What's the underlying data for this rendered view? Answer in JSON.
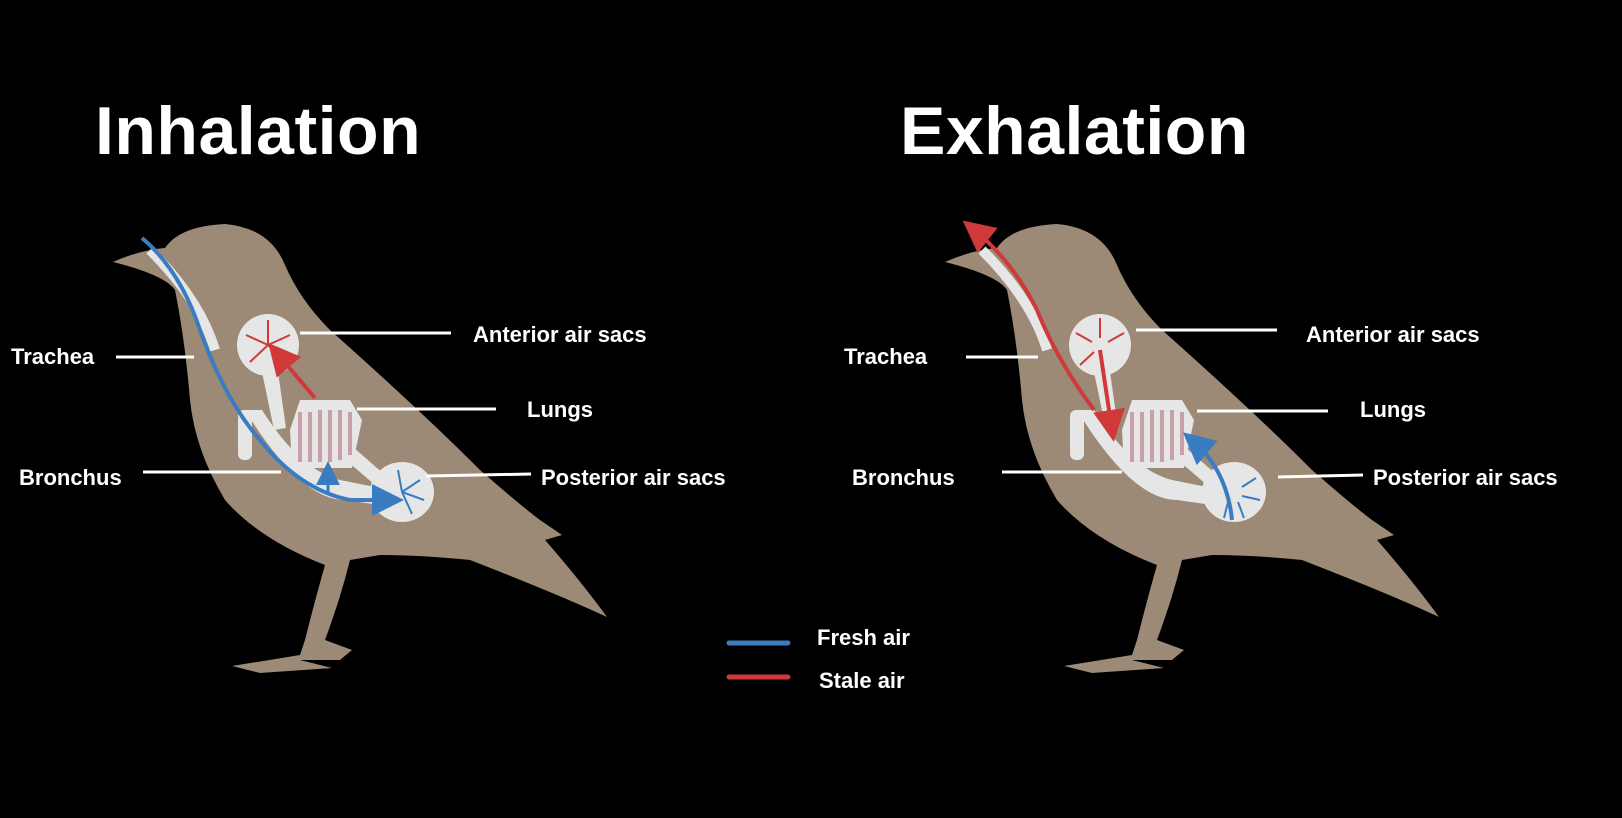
{
  "titles": {
    "left": "Inhalation",
    "right": "Exhalation"
  },
  "labels": {
    "trachea": "Trachea",
    "anterior_air_sacs": "Anterior air sacs",
    "lungs": "Lungs",
    "bronchus": "Bronchus",
    "posterior_air_sacs": "Posterior air sacs"
  },
  "legend": [
    {
      "label": "Fresh air",
      "color": "#3a7cc2"
    },
    {
      "label": "Stale air",
      "color": "#d0393a"
    }
  ],
  "colors": {
    "background": "#000000",
    "bird": "#9c8a76",
    "organs": "#e6e6e6",
    "fresh": "#3a7cc2",
    "stale": "#d0393a"
  }
}
